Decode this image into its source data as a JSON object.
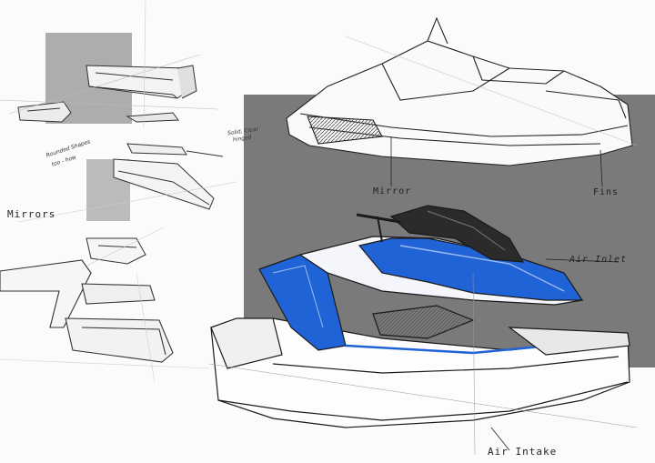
{
  "labels": {
    "mirrors": "Mirrors",
    "mirror": "Mirror",
    "fins": "Fins",
    "air_inlet": "Air Inlet",
    "air_intake": "Air Intake"
  },
  "notes": {
    "left_line1": "Rounded Shapes",
    "left_line2": "too - how",
    "right_line1": "Solid, Clear",
    "right_line2": "hinged"
  },
  "colors": {
    "background_panel": "#7a7a7a",
    "accent_blue": "#1f63d6",
    "seat_dark": "#2b2b2b",
    "line": "#222222"
  }
}
